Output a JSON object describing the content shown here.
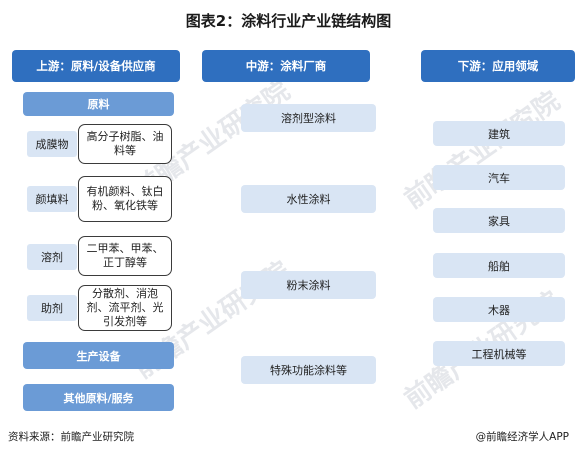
{
  "title": "图表2：涂料行业产业链结构图",
  "columns": {
    "upstream": {
      "header": "上游：原料/设备供应商"
    },
    "midstream": {
      "header": "中游：涂料厂商"
    },
    "downstream": {
      "header": "下游：应用领域"
    }
  },
  "upstream": {
    "raw_label": "原料",
    "rows": [
      {
        "category": "成膜物",
        "detail": "高分子树脂、油料等"
      },
      {
        "category": "颜填料",
        "detail": "有机颜料、钛白粉、氧化铁等"
      },
      {
        "category": "溶剂",
        "detail": "二甲苯、甲苯、正丁醇等"
      },
      {
        "category": "助剂",
        "detail": "分散剂、消泡剂、流平剂、光引发剂等"
      }
    ],
    "equipment": "生产设备",
    "other": "其他原料/服务"
  },
  "midstream": {
    "items": [
      "溶剂型涂料",
      "水性涂料",
      "粉末涂料",
      "特殊功能涂料等"
    ]
  },
  "downstream": {
    "items": [
      "建筑",
      "汽车",
      "家具",
      "船舶",
      "木器",
      "工程机械等"
    ]
  },
  "footer": {
    "source": "资料来源：前瞻产业研究院",
    "brand": "@前瞻经济学人APP"
  },
  "watermark": "前瞻产业研究院",
  "colors": {
    "header_blue": "#2f6fbf",
    "solid_blue": "#6b9bd6",
    "light_blue": "#d9e5f4"
  }
}
